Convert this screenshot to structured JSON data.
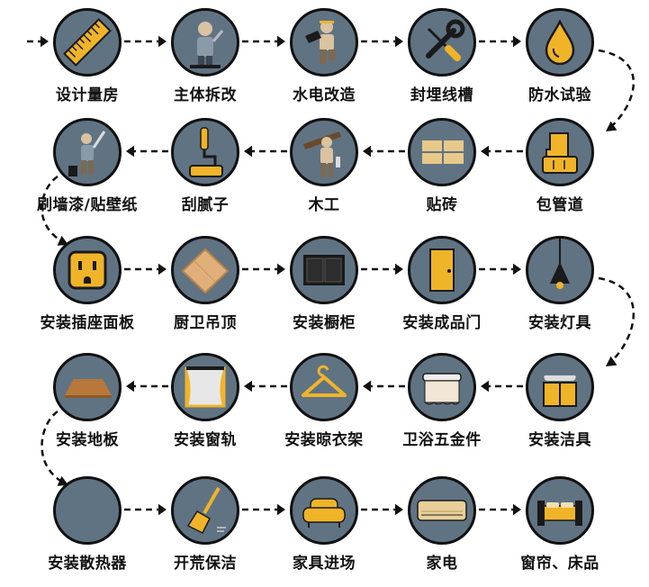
{
  "steps": [
    {
      "label": "设计量房",
      "icon": "ruler-icon"
    },
    {
      "label": "主体拆改",
      "icon": "demolition-worker-icon"
    },
    {
      "label": "水电改造",
      "icon": "electrician-worker-icon"
    },
    {
      "label": "封埋线槽",
      "icon": "wrench-screwdriver-icon"
    },
    {
      "label": "防水试验",
      "icon": "water-drop-icon"
    },
    {
      "label": "包管道",
      "icon": "pipe-wrap-icon"
    },
    {
      "label": "贴砖",
      "icon": "tiles-icon"
    },
    {
      "label": "木工",
      "icon": "carpenter-worker-icon"
    },
    {
      "label": "刮腻子",
      "icon": "paint-roller-icon"
    },
    {
      "label": "刷墙漆/贴壁纸",
      "icon": "painter-worker-icon"
    },
    {
      "label": "安装插座面板",
      "icon": "power-socket-icon"
    },
    {
      "label": "厨卫吊顶",
      "icon": "ceiling-panel-icon"
    },
    {
      "label": "安装橱柜",
      "icon": "cabinet-icon"
    },
    {
      "label": "安装成品门",
      "icon": "door-icon"
    },
    {
      "label": "安装灯具",
      "icon": "pendant-lamp-icon"
    },
    {
      "label": "安装洁具",
      "icon": "vanity-sink-icon"
    },
    {
      "label": "卫浴五金件",
      "icon": "paper-holder-icon"
    },
    {
      "label": "安装晾衣架",
      "icon": "clothes-hanger-icon"
    },
    {
      "label": "安装窗轨",
      "icon": "window-curtain-icon"
    },
    {
      "label": "安装地板",
      "icon": "wood-floor-icon"
    },
    {
      "label": "安装散热器",
      "icon": "radiator-icon"
    },
    {
      "label": "开荒保洁",
      "icon": "broom-icon"
    },
    {
      "label": "家具进场",
      "icon": "sofa-icon"
    },
    {
      "label": "家电",
      "icon": "air-conditioner-icon"
    },
    {
      "label": "窗帘、床品",
      "icon": "bed-icon"
    }
  ],
  "colors": {
    "circle": "#607383",
    "outline": "#111111",
    "accent": "#f0b429",
    "arrow": "#111111"
  }
}
